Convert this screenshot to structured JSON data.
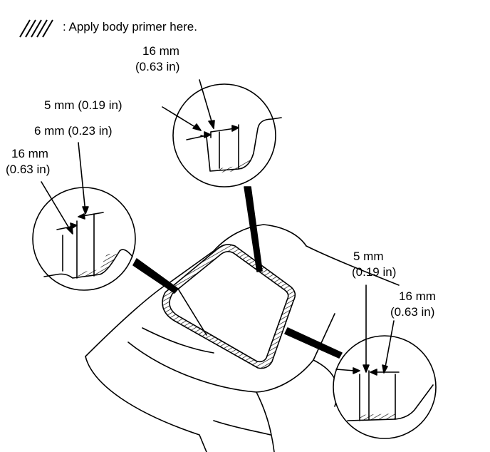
{
  "legend": {
    "icon": "hatch-icon",
    "text": ": Apply body primer here."
  },
  "callout_top": {
    "width_label_1": "16 mm",
    "width_label_2": "(0.63 in)",
    "offset_label": "5 mm (0.19 in)"
  },
  "callout_left": {
    "offset_label": "6 mm (0.23 in)",
    "width_label_1": "16 mm",
    "width_label_2": "(0.63 in)"
  },
  "callout_right": {
    "offset_label_1": "5 mm",
    "offset_label_2": "(0.19 in)",
    "width_label_1": "16 mm",
    "width_label_2": "(0.63 in)"
  },
  "colors": {
    "ink": "#000000",
    "paper": "#ffffff"
  }
}
